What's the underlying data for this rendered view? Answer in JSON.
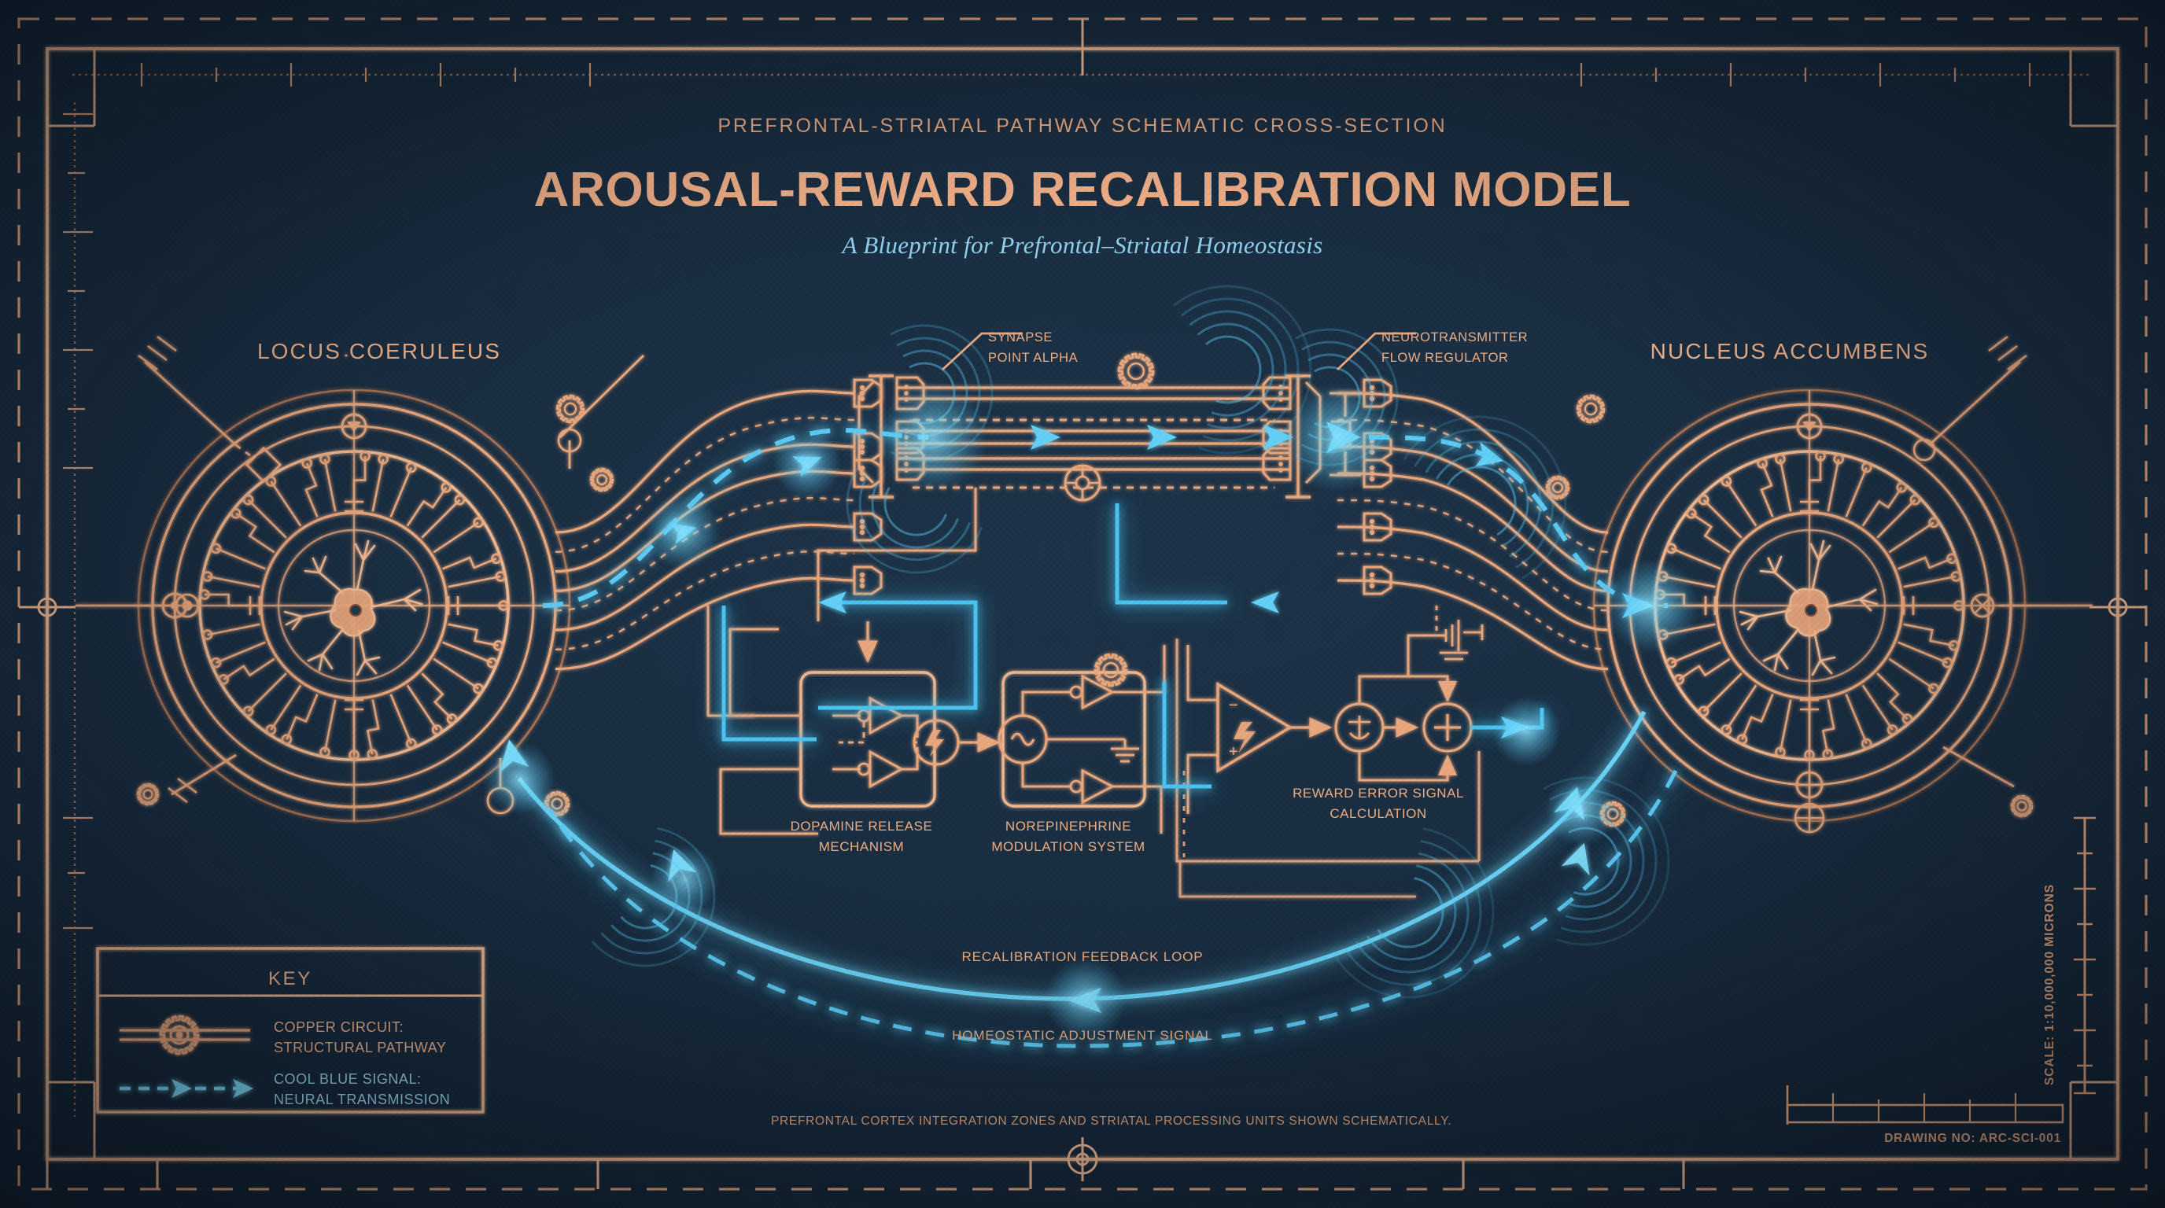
{
  "header": {
    "eyebrow": "PREFRONTAL-STRIATAL PATHWAY SCHEMATIC CROSS-SECTION",
    "title": "AROUSAL-REWARD RECALIBRATION MODEL",
    "subtitle": "A Blueprint for Prefrontal–Striatal Homeostasis"
  },
  "nodes": {
    "left_label": "LOCUS COERULEUS",
    "right_label": "NUCLEUS ACCUMBENS"
  },
  "callouts": [
    {
      "id": "synapse",
      "line1": "SYNAPSE",
      "line2": "POINT ALPHA"
    },
    {
      "id": "regulator",
      "line1": "NEUROTRANSMITTER",
      "line2": "FLOW REGULATOR"
    }
  ],
  "modules": [
    {
      "id": "dopamine",
      "line1": "DOPAMINE RELEASE",
      "line2": "MECHANISM"
    },
    {
      "id": "norepi",
      "line1": "NOREPINEPHRINE",
      "line2": "MODULATION SYSTEM"
    },
    {
      "id": "rewarderr",
      "line1": "REWARD ERROR SIGNAL",
      "line2": "CALCULATION"
    }
  ],
  "loops": {
    "feedback": "RECALIBRATION FEEDBACK LOOP",
    "homeostatic": "HOMEOSTATIC ADJUSTMENT SIGNAL"
  },
  "key": {
    "title": "KEY",
    "items": [
      {
        "id": "copper",
        "icon": "gear-on-rail-icon",
        "line1": "COPPER CIRCUIT:",
        "line2": "STRUCTURAL PATHWAY",
        "color": "#f0b48c"
      },
      {
        "id": "blue",
        "icon": "dashed-arrow-icon",
        "line1": "COOL BLUE SIGNAL:",
        "line2": "NEURAL TRANSMISSION",
        "color": "#9fd9f2"
      }
    ]
  },
  "footer": {
    "note": "PREFRONTAL CORTEX INTEGRATION ZONES AND STRIATAL PROCESSING UNITS SHOWN SCHEMATICALLY.",
    "scale": "SCALE: 1:10,000,000 MICRONS",
    "drawing_no": "DRAWING NO: ARC-SCI-001"
  },
  "colors": {
    "background": "#182b3e",
    "copper": "#e9a77d",
    "copper_light": "#f3b189",
    "signal_blue": "#4cc3f0",
    "signal_blue_light": "#9fd9f2"
  }
}
